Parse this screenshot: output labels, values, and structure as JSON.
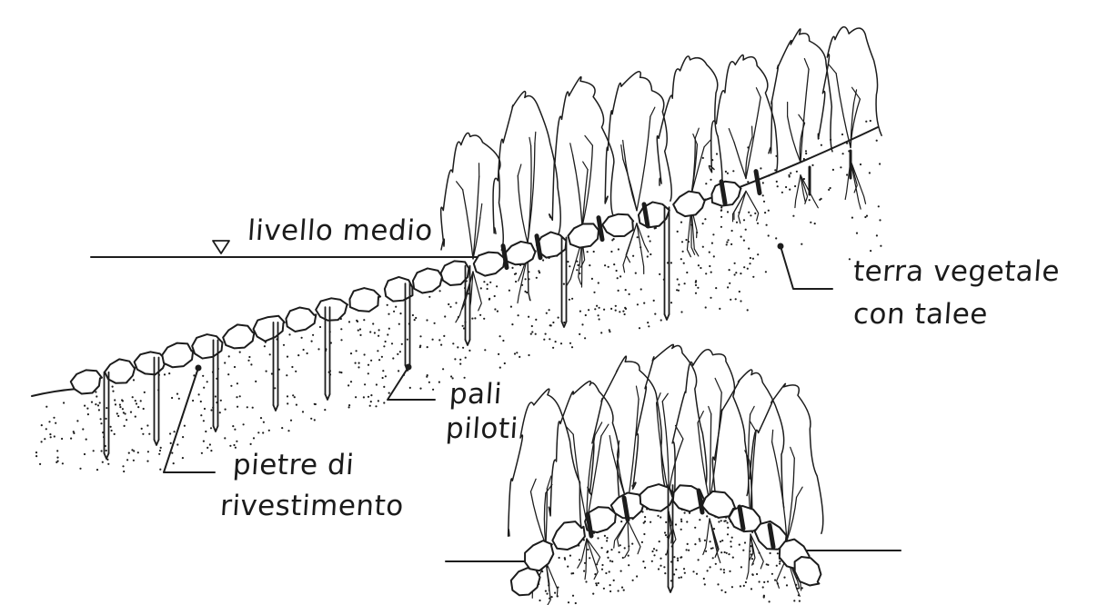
{
  "labels": {
    "water_level": "livello medio",
    "soil": "terra vegetale con talee",
    "soil_line1": "terra vegetale",
    "soil_line2": "con talee",
    "posts": "pali piloti",
    "posts_line1": "pali",
    "posts_line2": "piloti",
    "stones": "pietre di rivestimento",
    "stones_line1": "pietre di",
    "stones_line2": "rivestimento"
  },
  "icons": {
    "water_level_marker": "inverted-triangle-icon"
  },
  "colors": {
    "ink": "#1c1c1c",
    "paper": "#ffffff"
  }
}
